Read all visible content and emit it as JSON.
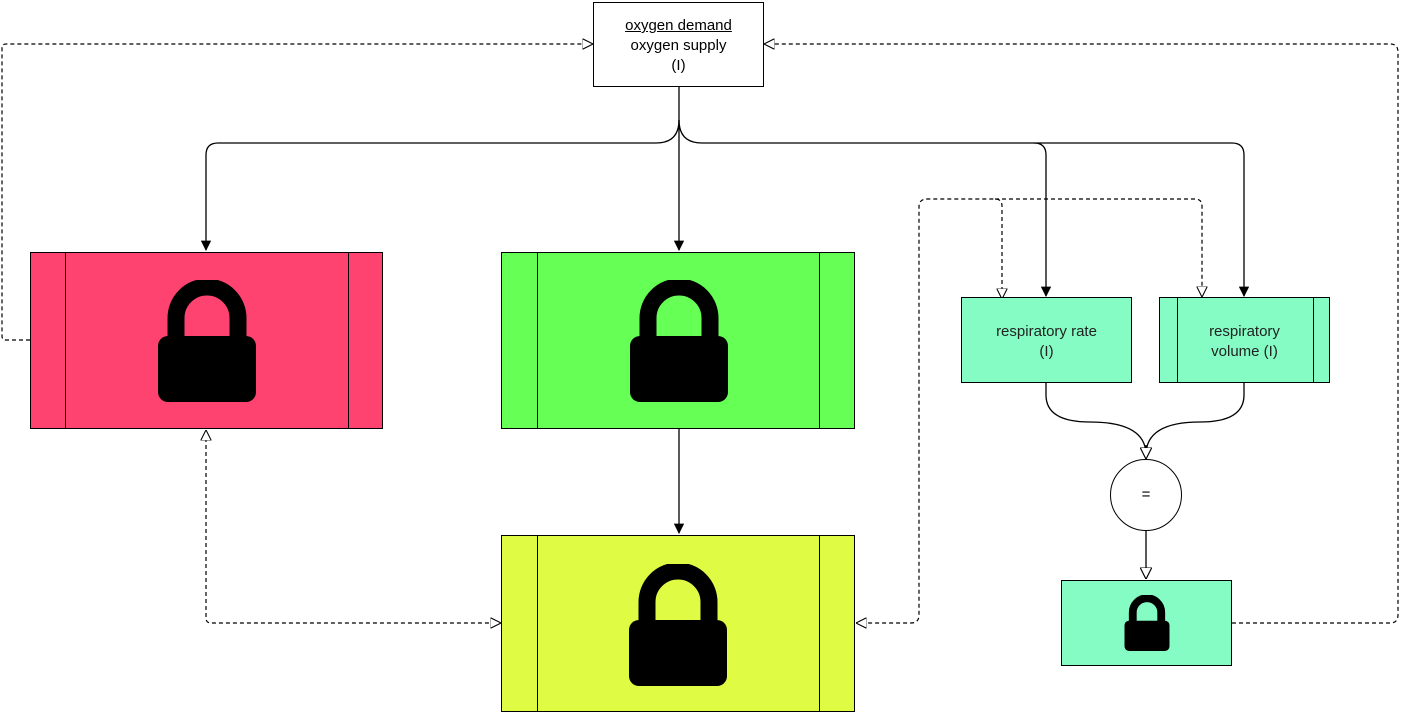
{
  "top_node": {
    "numerator": "oxygen demand",
    "denominator": "oxygen supply",
    "unit": "(I)"
  },
  "nodes": {
    "red": {
      "color": "#ff4370",
      "icon": "lock-icon"
    },
    "green": {
      "color": "#66ff55",
      "icon": "lock-icon"
    },
    "yellow": {
      "color": "#dffb44",
      "icon": "lock-icon"
    },
    "resp_rate": {
      "color": "#84fcc4",
      "label": "respiratory rate",
      "unit": "(I)"
    },
    "resp_volume": {
      "color": "#84fcc4",
      "label": "respiratory",
      "label2": "volume (I)"
    },
    "result": {
      "color": "#84fcc4",
      "icon": "lock-icon"
    }
  },
  "operator": {
    "symbol": "="
  }
}
